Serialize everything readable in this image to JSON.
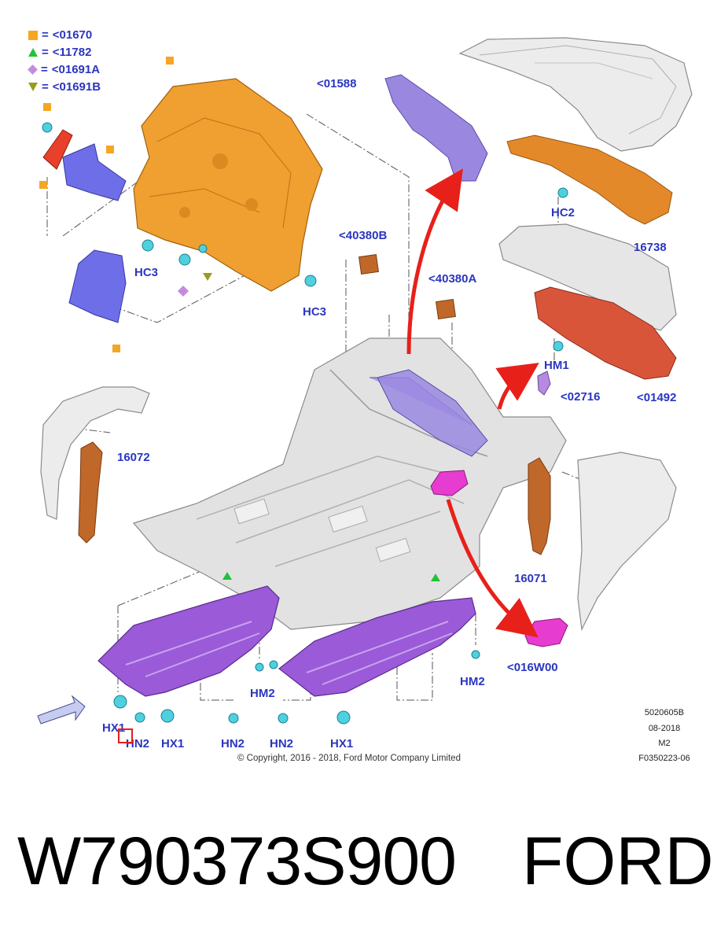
{
  "legend": [
    {
      "symbol": "square",
      "color": "#f5a623",
      "eq": "=",
      "code": "<01670"
    },
    {
      "symbol": "triangle-up",
      "color": "#22c23a",
      "eq": "=",
      "code": "<11782"
    },
    {
      "symbol": "diamond",
      "color": "#c38be0",
      "eq": "=",
      "code": "<01691A"
    },
    {
      "symbol": "triangle-down",
      "color": "#9a9a22",
      "eq": "=",
      "code": "<01691B"
    }
  ],
  "labels": {
    "hc3_left": "HC3",
    "hc3_right": "HC3",
    "p01588": "<01588",
    "hc2": "HC2",
    "p16738": "16738",
    "p40380b": "<40380B",
    "p40380a": "<40380A",
    "hm1": "HM1",
    "p02716": "<02716",
    "p01492": "<01492",
    "p16072": "16072",
    "p16071": "16071",
    "p016w00": "<016W00",
    "hm2_center": "HM2",
    "hm2_right": "HM2",
    "hx1_a": "HX1",
    "hn2_a": "HN2",
    "hx1_b": "HX1",
    "hn2_b": "HN2",
    "hn2_c": "HN2",
    "hx1_c": "HX1"
  },
  "meta": {
    "code1": "5020605B",
    "date": "08-2018",
    "version": "M2",
    "figure": "F0350223-06",
    "copyright": "© Copyright, 2016 - 2018, Ford Motor Company Limited"
  },
  "footer": {
    "part_number": "W790373S900",
    "brand": "FORD"
  },
  "colors": {
    "label": "#2a36c0",
    "orange_part": "#f0a030",
    "violet_part": "#9a88e0",
    "purple_shield": "#9b5ad8",
    "brown_part": "#c0682a",
    "red_part": "#d9553a",
    "magenta_part": "#e63ccf",
    "clip": "#4fd0df",
    "arrow": "#e8201a",
    "body_gray": "#e2e2e2"
  }
}
